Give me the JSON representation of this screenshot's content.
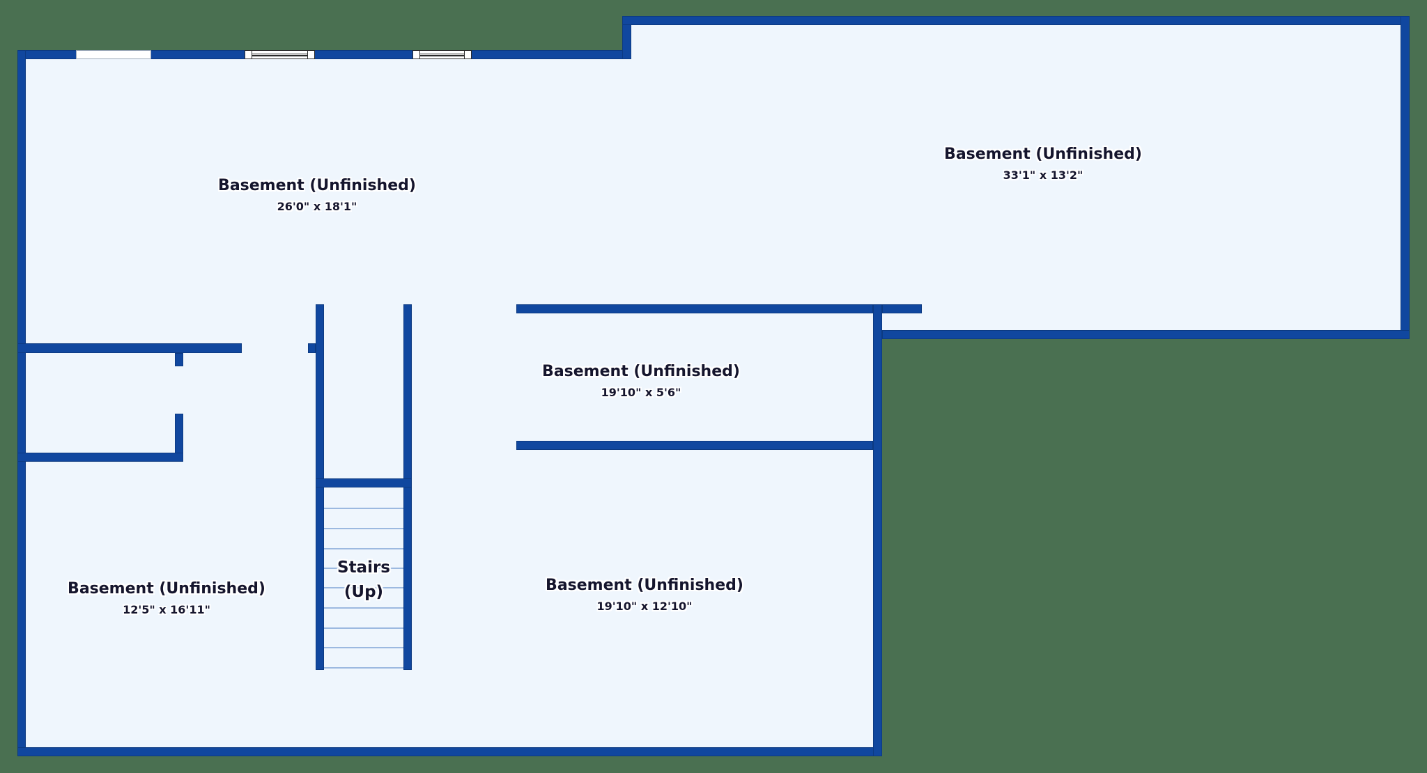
{
  "colors": {
    "background": "#4a7051",
    "wall": "#10479f",
    "floor": "#eff6fd",
    "tread": "#9cb9e0",
    "text": "#15152d",
    "window_fill": "#ffffff",
    "window_border": "#2a2a2a",
    "window_border_light": "#9aa7b8"
  },
  "rooms": [
    {
      "id": "top-left",
      "name": "Basement (Unfinished)",
      "dimensions": "26'0\" x 18'1\""
    },
    {
      "id": "top-right",
      "name": "Basement (Unfinished)",
      "dimensions": "33'1\" x 13'2\""
    },
    {
      "id": "middle",
      "name": "Basement (Unfinished)",
      "dimensions": "19'10\" x 5'6\""
    },
    {
      "id": "bottom",
      "name": "Basement (Unfinished)",
      "dimensions": "19'10\" x 12'10\""
    },
    {
      "id": "bottom-left",
      "name": "Basement (Unfinished)",
      "dimensions": "12'5\" x 16'11\""
    }
  ],
  "stairs": {
    "label_line1": "Stairs",
    "label_line2": "(Up)"
  },
  "windows": [
    {
      "id": "window-1",
      "style": "fixed-pane"
    },
    {
      "id": "window-2",
      "style": "slider"
    },
    {
      "id": "window-3",
      "style": "slider"
    }
  ],
  "stair_tread_count": 9,
  "stair_tread_ys": [
    729,
    758,
    787,
    815,
    843,
    872,
    901,
    929,
    958
  ]
}
